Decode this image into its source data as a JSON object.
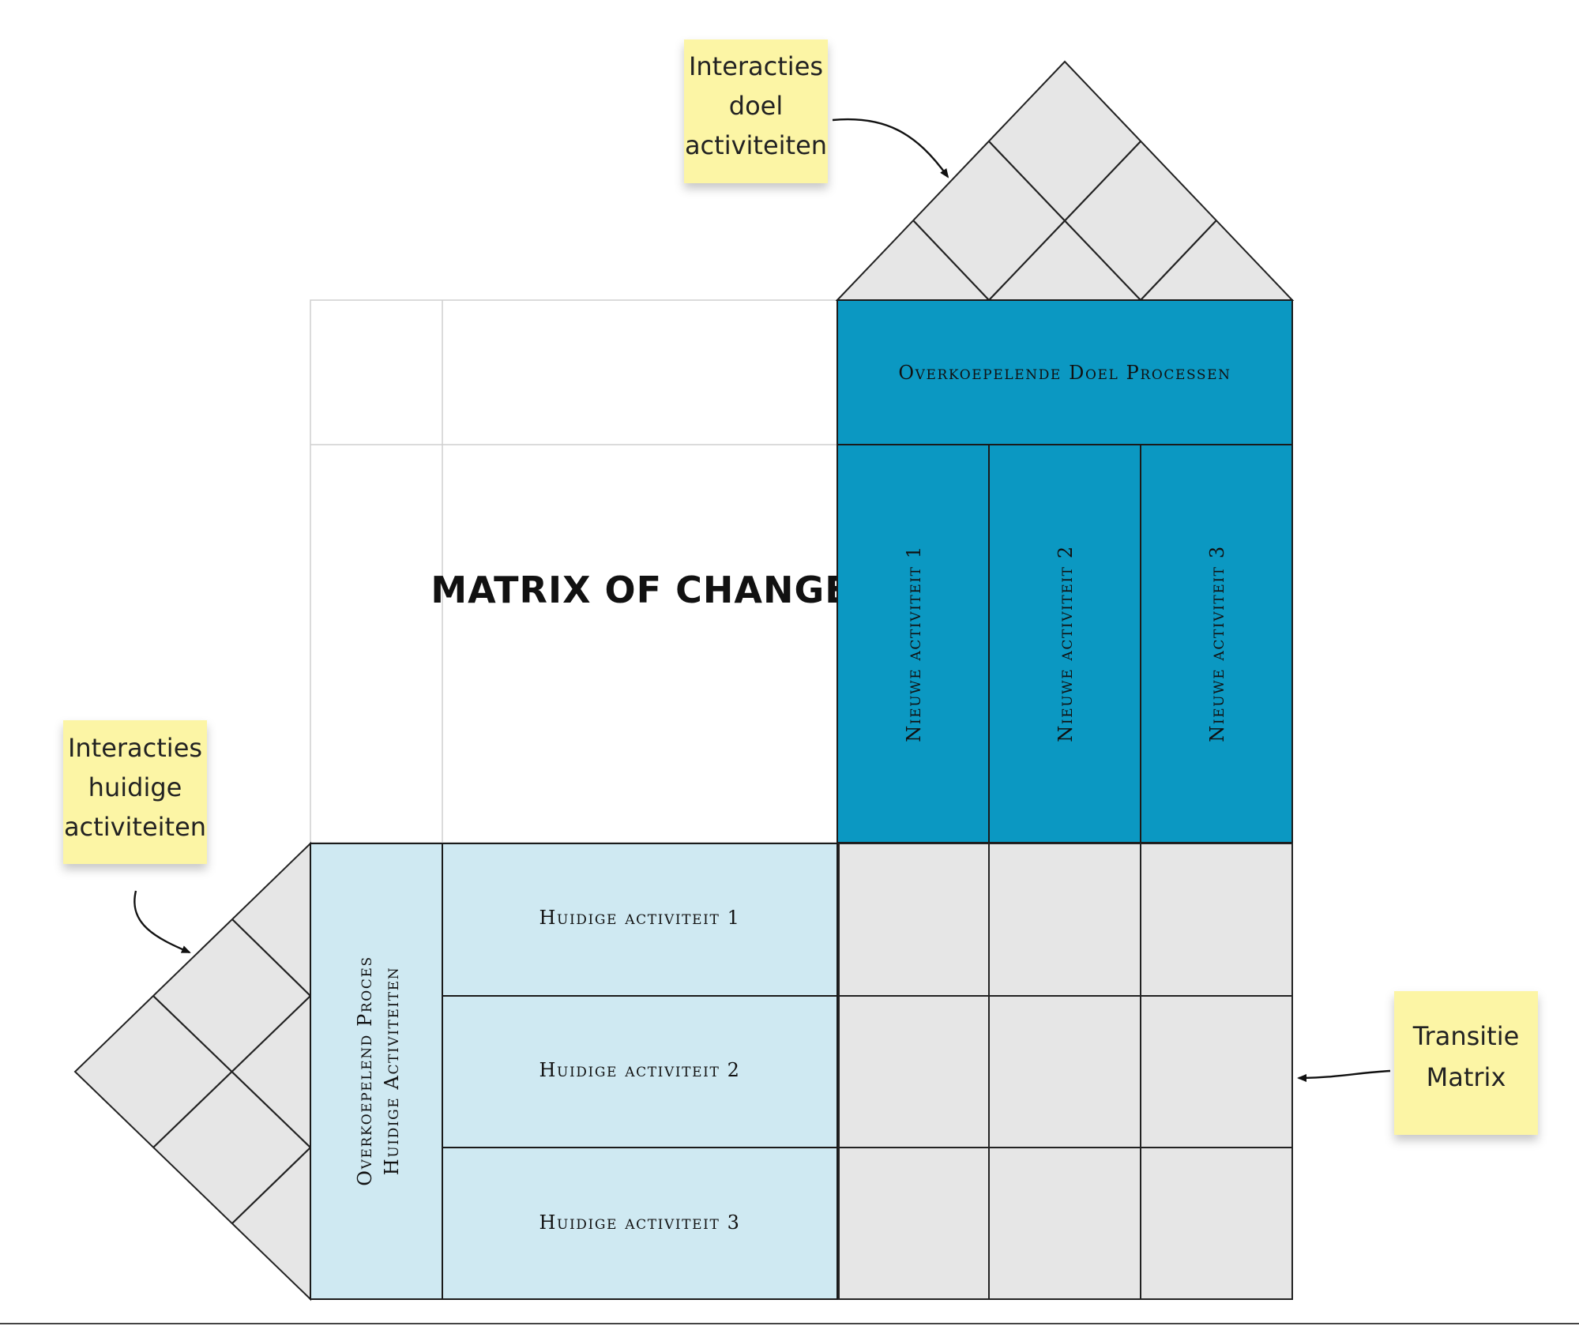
{
  "title": "MATRIX OF CHANGE",
  "target_header": "Overkoepelende Doel Processen",
  "target_activities": [
    "Nieuwe activiteit 1",
    "Nieuwe activiteit 2",
    "Nieuwe activiteit 3"
  ],
  "current_header_line1": "Overkoepelend Proces",
  "current_header_line2": "Huidige Activiteiten",
  "current_activities": [
    "Huidige activiteit 1",
    "Huidige activiteit 2",
    "Huidige activiteit 3"
  ],
  "notes": {
    "target_interactions": [
      "Interacties",
      "doel",
      "activiteiten"
    ],
    "current_interactions": [
      "Interacties",
      "huidige",
      "activiteiten"
    ],
    "transition_matrix": [
      "Transitie",
      "Matrix"
    ]
  },
  "colors": {
    "target_blue": "#0b98c2",
    "current_light_blue": "#cfe9f2",
    "grey_cell": "#e6e6e6",
    "sticky_note": "#fcf5a5"
  }
}
